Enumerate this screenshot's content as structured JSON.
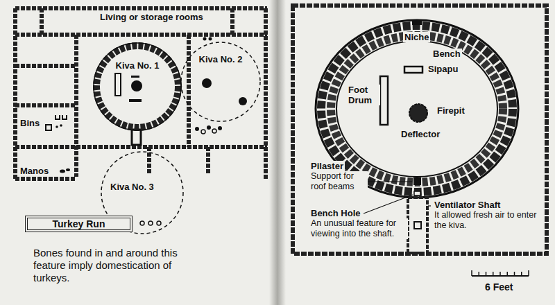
{
  "diagram": {
    "nodes": [
      {
        "text": [
          "Kiva No. 1"
        ]
      },
      {
        "text": [
          "Kiva No. 2"
        ]
      },
      {
        "text": [
          "Kiva No. 3"
        ]
      },
      {
        "text": [
          "Turkey Run"
        ]
      }
    ],
    "edges": [],
    "labels": [
      "Living or storage rooms",
      "Bins",
      "Manos",
      "Bones found in and around this feature imply domestication of turkeys.",
      "Niche",
      "Bench",
      "Sipapu",
      "Foot Drum",
      "Firepit",
      "Deflector",
      "Pilaster",
      "Support for roof beams",
      "Bench Hole",
      "An unusual feature for viewing into the shaft.",
      "Ventilator Shaft",
      "It allowed fresh air to enter the kiva.",
      "6 Feet"
    ]
  }
}
